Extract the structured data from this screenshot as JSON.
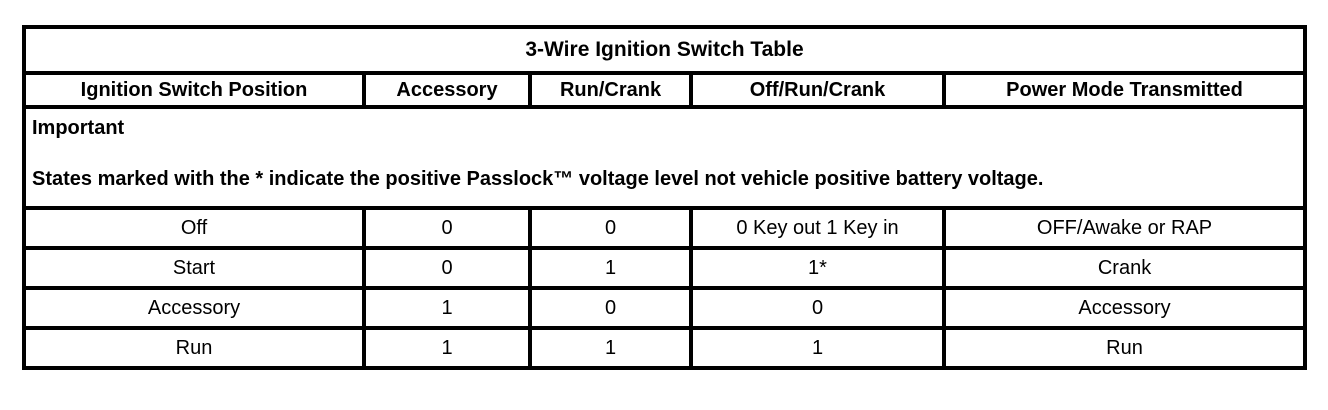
{
  "table": {
    "title": "3-Wire Ignition Switch Table",
    "columns": [
      "Ignition Switch Position",
      "Accessory",
      "Run/Crank",
      "Off/Run/Crank",
      "Power Mode Transmitted"
    ],
    "note": {
      "heading": "Important",
      "body": "States marked with the * indicate the positive Passlock™ voltage level not vehicle positive battery voltage."
    },
    "rows": [
      {
        "position": "Off",
        "accessory": "0",
        "run_crank": "0",
        "off_run_crank": "0 Key out 1 Key in",
        "power_mode": "OFF/Awake or RAP"
      },
      {
        "position": "Start",
        "accessory": "0",
        "run_crank": "1",
        "off_run_crank": "1*",
        "power_mode": "Crank"
      },
      {
        "position": "Accessory",
        "accessory": "1",
        "run_crank": "0",
        "off_run_crank": "0",
        "power_mode": "Accessory"
      },
      {
        "position": "Run",
        "accessory": "1",
        "run_crank": "1",
        "off_run_crank": "1",
        "power_mode": "Run"
      }
    ],
    "colors": {
      "border": "#000000",
      "background": "#ffffff",
      "text": "#000000"
    }
  }
}
